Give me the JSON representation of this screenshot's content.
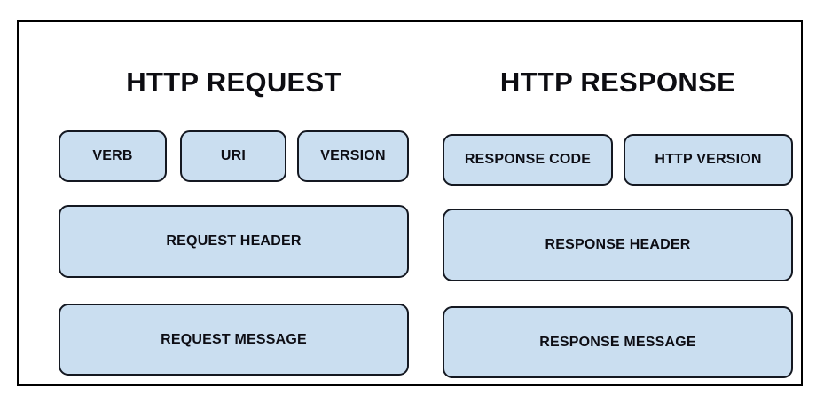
{
  "diagram": {
    "title_request": "HTTP REQUEST",
    "title_response": "HTTP RESPONSE",
    "colors": {
      "box_fill": "#cadef0",
      "box_border": "#141821",
      "frame_border": "#000000",
      "text": "#0d0d14",
      "background": "#ffffff"
    },
    "columns": [
      {
        "id": "http-request",
        "title": "HTTP REQUEST",
        "top_row": [
          {
            "id": "verb",
            "label": "VERB"
          },
          {
            "id": "uri",
            "label": "URI"
          },
          {
            "id": "version",
            "label": "VERSION"
          }
        ],
        "blocks": [
          {
            "id": "request-header",
            "label": "REQUEST HEADER"
          },
          {
            "id": "request-message",
            "label": "REQUEST MESSAGE"
          }
        ]
      },
      {
        "id": "http-response",
        "title": "HTTP RESPONSE",
        "top_row": [
          {
            "id": "response-code",
            "label": "RESPONSE CODE"
          },
          {
            "id": "http-version",
            "label": "HTTP VERSION"
          }
        ],
        "blocks": [
          {
            "id": "response-header",
            "label": "RESPONSE HEADER"
          },
          {
            "id": "response-message",
            "label": "RESPONSE MESSAGE"
          }
        ]
      }
    ]
  }
}
